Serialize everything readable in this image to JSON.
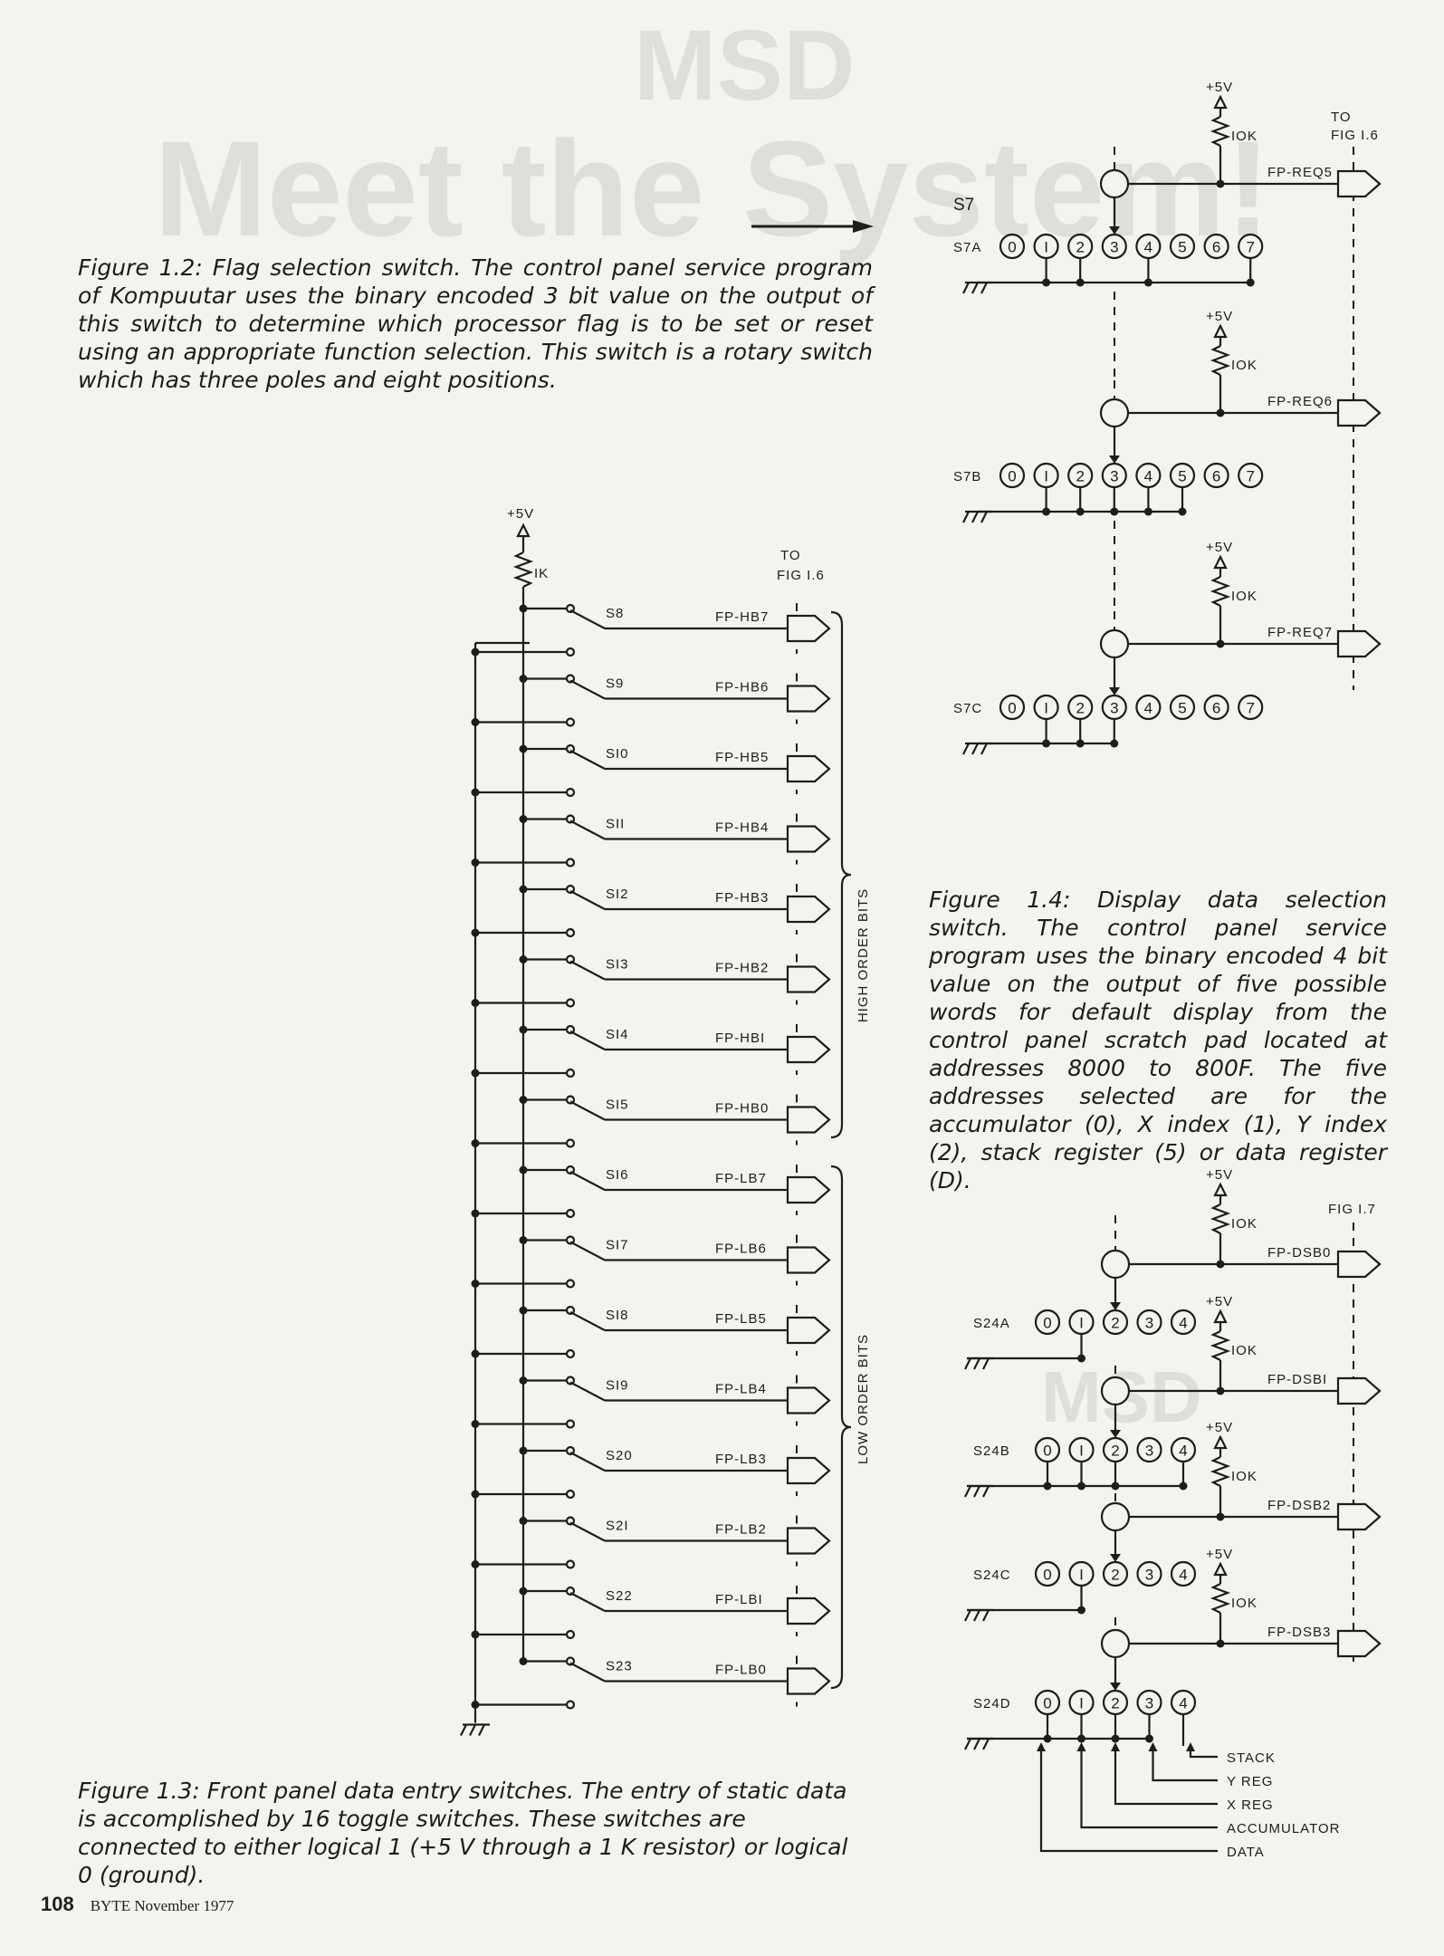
{
  "page": {
    "number": "108",
    "journal": "BYTE November 1977"
  },
  "captions": {
    "fig12": "Figure 1.2: Flag selection switch. The control panel service program of Kompuutar uses the binary encoded 3 bit value on the output of this switch to determine which processor flag is to be set or reset using an appropriate function selection. This switch is a rotary switch which has three poles and eight positions.",
    "fig13": "Figure 1.3: Front panel data entry switches. The entry of static data is accomplished by 16 toggle switches. These switches are connected to either logical 1 (+5 V through a 1 K resistor) or logical 0 (ground).",
    "fig14": "Figure 1.4: Display data selection switch. The control panel service program uses the binary encoded 4 bit value on the output of five possible words for default display from the control panel scratch pad located at addresses 8000 to 800F. The five addresses selected are for the accumulator (0), X index (1), Y index (2), stack register (5) or data register (D)."
  },
  "fig13": {
    "supply": "+5V",
    "resistor": "IK",
    "to_label_1": "TO",
    "to_label_2": "FIG I.6",
    "high_group": "HIGH ORDER BITS",
    "low_group": "LOW ORDER BITS",
    "switches": [
      "S8",
      "S9",
      "SI0",
      "SII",
      "SI2",
      "SI3",
      "SI4",
      "SI5",
      "SI6",
      "SI7",
      "SI8",
      "SI9",
      "S20",
      "S2I",
      "S22",
      "S23"
    ],
    "signals": [
      "FP-HB7",
      "FP-HB6",
      "FP-HB5",
      "FP-HB4",
      "FP-HB3",
      "FP-HB2",
      "FP-HBI",
      "FP-HB0",
      "FP-LB7",
      "FP-LB6",
      "FP-LB5",
      "FP-LB4",
      "FP-LB3",
      "FP-LB2",
      "FP-LBI",
      "FP-LB0"
    ]
  },
  "fig12": {
    "switch": "S7",
    "to_label_1": "TO",
    "to_label_2": "FIG I.6",
    "poles": [
      {
        "name": "S7A",
        "supply": "+5V",
        "resistor": "IOK",
        "signal": "FP-REQ5"
      },
      {
        "name": "S7B",
        "supply": "+5V",
        "resistor": "IOK",
        "signal": "FP-REQ6"
      },
      {
        "name": "S7C",
        "supply": "+5V",
        "resistor": "IOK",
        "signal": "FP-REQ7"
      }
    ],
    "positions": [
      "0",
      "I",
      "2",
      "3",
      "4",
      "5",
      "6",
      "7"
    ]
  },
  "fig14": {
    "to_label": "FIG I.7",
    "poles": [
      {
        "name": "S24A",
        "supply": "+5V",
        "resistor": "IOK",
        "signal": "FP-DSB0"
      },
      {
        "name": "S24B",
        "supply": "+5V",
        "resistor": "IOK",
        "signal": "FP-DSBI"
      },
      {
        "name": "S24C",
        "supply": "+5V",
        "resistor": "IOK",
        "signal": "FP-DSB2"
      },
      {
        "name": "S24D",
        "supply": "+5V",
        "resistor": "IOK",
        "signal": "FP-DSB3"
      }
    ],
    "positions": [
      "0",
      "I",
      "2",
      "3",
      "4"
    ],
    "selections": [
      "STACK",
      "Y REG",
      "X REG",
      "ACCUMULATOR",
      "DATA"
    ]
  }
}
